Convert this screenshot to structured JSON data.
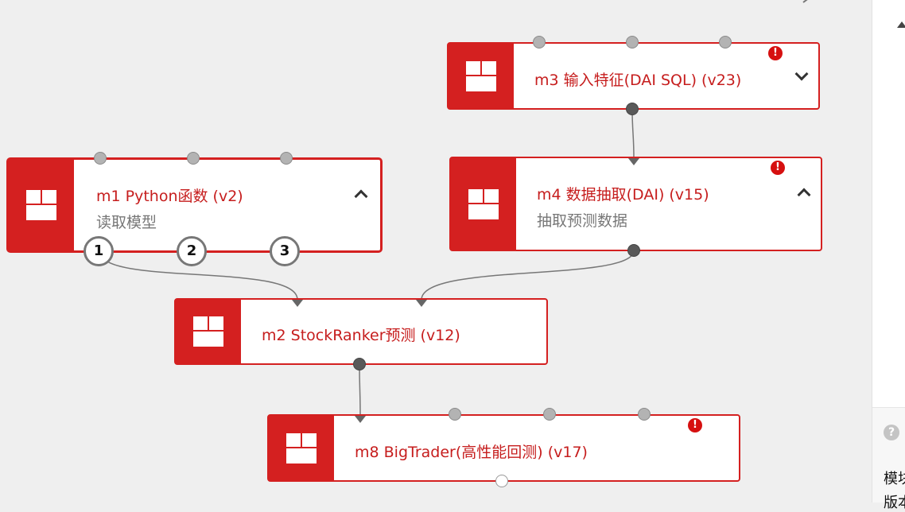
{
  "nodes": [
    {
      "id": "m3",
      "title": "m3 输入特征(DAI SQL) (v23)",
      "subtitle": "",
      "expand": "down",
      "error": true
    },
    {
      "id": "m4",
      "title": "m4 数据抽取(DAI) (v15)",
      "subtitle": "抽取预测数据",
      "expand": "up",
      "error": true
    },
    {
      "id": "m1",
      "title": "m1 Python函数 (v2)",
      "subtitle": "读取模型",
      "expand": "up",
      "error": false,
      "output_ports": [
        "1",
        "2",
        "3"
      ]
    },
    {
      "id": "m2",
      "title": "m2 StockRanker预测 (v12)",
      "subtitle": "",
      "expand": "",
      "error": false
    },
    {
      "id": "m8",
      "title": "m8 BigTrader(高性能回测) (v17)",
      "subtitle": "",
      "expand": "",
      "error": true
    }
  ],
  "icons": {
    "node_icon": "grid-module-icon",
    "error_icon": "error-exclamation-icon",
    "error_glyph": "!",
    "help_glyph": "?"
  },
  "colors": {
    "accent": "#d42020",
    "title_text": "#c61d1d",
    "error": "#d61010",
    "canvas_bg": "#efefef"
  },
  "right_panel": {
    "line1": "模块",
    "line2": "版本"
  }
}
